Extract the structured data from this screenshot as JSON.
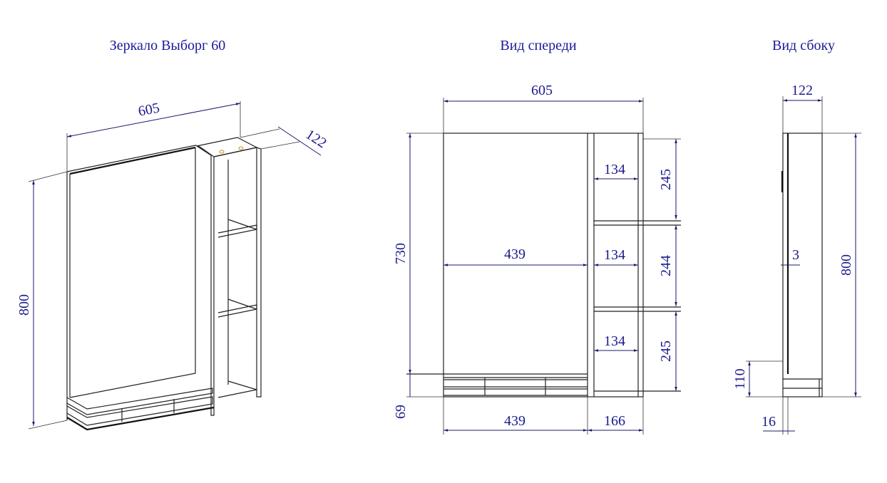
{
  "titles": {
    "iso": "Зеркало Выборг 60",
    "front": "Вид спереди",
    "side": "Вид сбоку"
  },
  "iso_dims": {
    "width": "605",
    "depth": "122",
    "height": "800"
  },
  "front_dims": {
    "width": "605",
    "height_upper": "730",
    "height_base": "69",
    "mirror_width": "439",
    "base_left": "439",
    "base_right": "166",
    "shelf_width_1": "134",
    "shelf_width_2": "134",
    "shelf_width_3": "134",
    "shelf_height_1": "245",
    "shelf_height_2": "244",
    "shelf_height_3": "245"
  },
  "side_dims": {
    "depth": "122",
    "height": "800",
    "mirror_thickness": "3",
    "base_height": "110",
    "offset": "16"
  },
  "colors": {
    "dimension": "#1a1a8c",
    "line": "#222222"
  }
}
